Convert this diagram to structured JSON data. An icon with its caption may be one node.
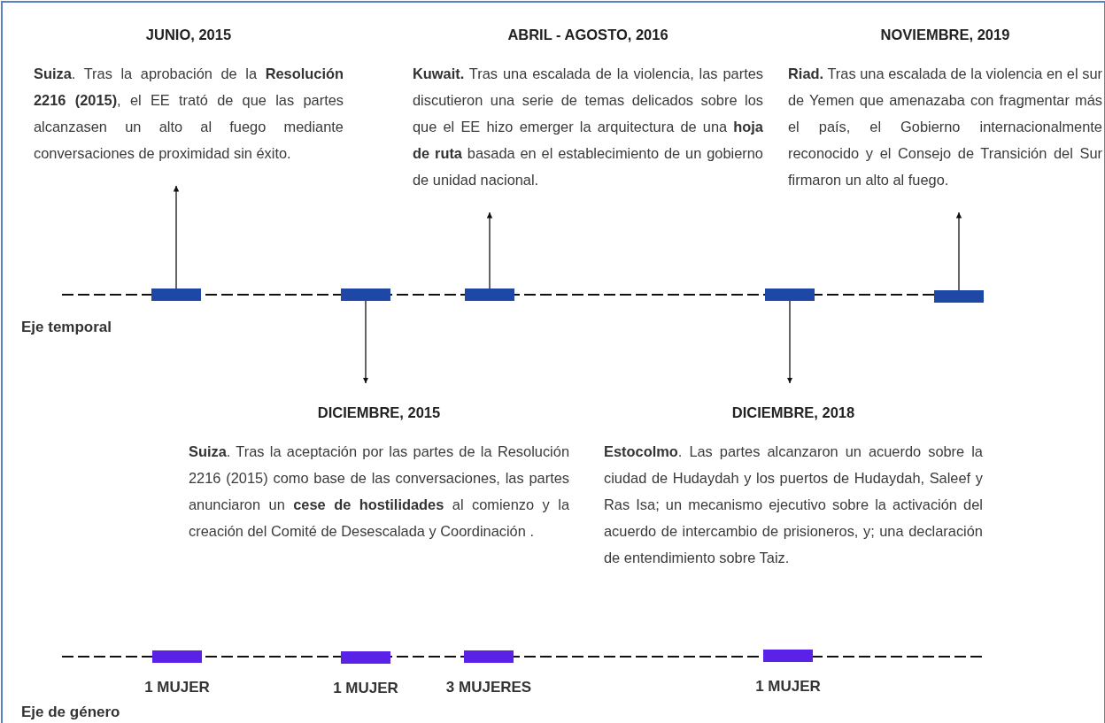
{
  "diagram": {
    "nodes": [
      {
        "text": [],
        "shape": "bar"
      },
      {
        "text": [],
        "shape": "bar"
      },
      {
        "text": [],
        "shape": "bar"
      },
      {
        "text": [],
        "shape": "bar"
      },
      {
        "text": [],
        "shape": "bar"
      },
      {
        "text": [
          "JUNIO, 2015",
          "**Suiza**. Tras la aprobación de la **Resolución 2216 (2015)**, el EE trató de que las partes alcanzasen un alto al fuego mediante conversaciones de proximidad sin éxito."
        ]
      },
      {
        "text": [
          "DICIEMBRE, 2015",
          "**Suiza**. Tras la aceptación por las partes de la Resolución 2216 (2015) como base de las conversaciones, las partes anunciaron un **cese de hostilidades** al comienzo y la creación del Comité de Desescalada y Coordinación ."
        ]
      },
      {
        "text": [
          "ABRIL - AGOSTO, 2016",
          "**Kuwait.** Tras una escalada de la violencia, las partes discutieron una serie de temas delicados sobre los que el EE hizo emerger la arquitectura de una **hoja de ruta** basada en el establecimiento de un gobierno de unidad nacional."
        ]
      },
      {
        "text": [
          "DICIEMBRE, 2018",
          "**Estocolmo**. Las partes alcanzaron un acuerdo sobre la ciudad de Hudaydah y los puertos de Hudaydah, Saleef y Ras Isa; un mecanismo ejecutivo sobre la activación del acuerdo de intercambio de prisioneros, y; una declaración de entendimiento sobre Taiz."
        ]
      },
      {
        "text": [
          "NOVIEMBRE, 2019",
          "**Riad.** Tras una escalada de la violencia en el sur de Yemen que amenazaba con fragmentar más el país, el Gobierno internacionalmente reconocido y el Consejo de Transición del Sur firmaron un alto al fuego."
        ]
      },
      {
        "text": [],
        "shape": "bar",
        "beside": [
          "1 MUJER"
        ]
      },
      {
        "text": [],
        "shape": "bar",
        "beside": [
          "1 MUJER"
        ]
      },
      {
        "text": [],
        "shape": "bar",
        "beside": [
          "3 MUJERES"
        ]
      },
      {
        "text": [],
        "shape": "bar",
        "beside": [
          "1 MUJER"
        ]
      }
    ],
    "edges": [
      {
        "from": 0,
        "to": 5,
        "arrow": "to"
      },
      {
        "from": 1,
        "to": 6,
        "arrow": "to"
      },
      {
        "from": 2,
        "to": 7,
        "arrow": "to"
      },
      {
        "from": 3,
        "to": 8,
        "arrow": "to"
      },
      {
        "from": 4,
        "to": 9,
        "arrow": "to"
      }
    ],
    "labels": [
      "Eje temporal",
      "Eje de género"
    ]
  }
}
